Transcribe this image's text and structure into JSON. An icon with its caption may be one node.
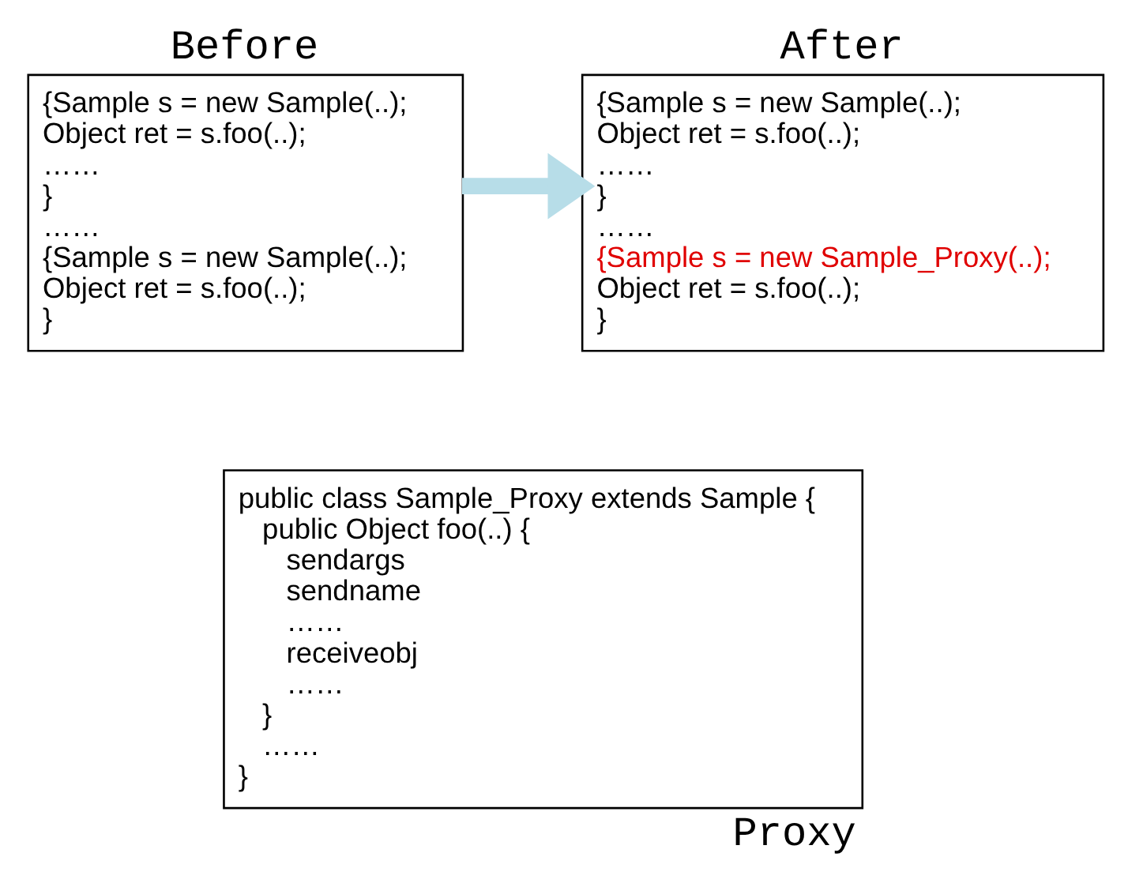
{
  "diagram": {
    "nodes": [
      {
        "text": [
          "Before",
          "{Sample s = new Sample(..);",
          "Object ret = s.foo(..);",
          "……",
          "}",
          "……",
          "{Sample s = new Sample(..);",
          "Object ret = s.foo(..);",
          "}"
        ]
      },
      {
        "text": [
          "After",
          "{Sample s = new Sample(..);",
          "Object ret = s.foo(..);",
          "……",
          "}",
          "……",
          "{Sample s = new Sample_Proxy(..);",
          "Object ret = s.foo(..);",
          "}"
        ]
      },
      {
        "text": [
          "public class Sample_Proxy extends Sample {",
          "public Object foo(..) {",
          "sendargs",
          "sendname",
          "……",
          "receiveobj",
          "……",
          "}",
          "……",
          "}",
          "Proxy"
        ]
      }
    ],
    "edges": [
      {
        "from": 0,
        "to": 1,
        "arrow": "to",
        "color": "#b7dde8"
      }
    ]
  }
}
